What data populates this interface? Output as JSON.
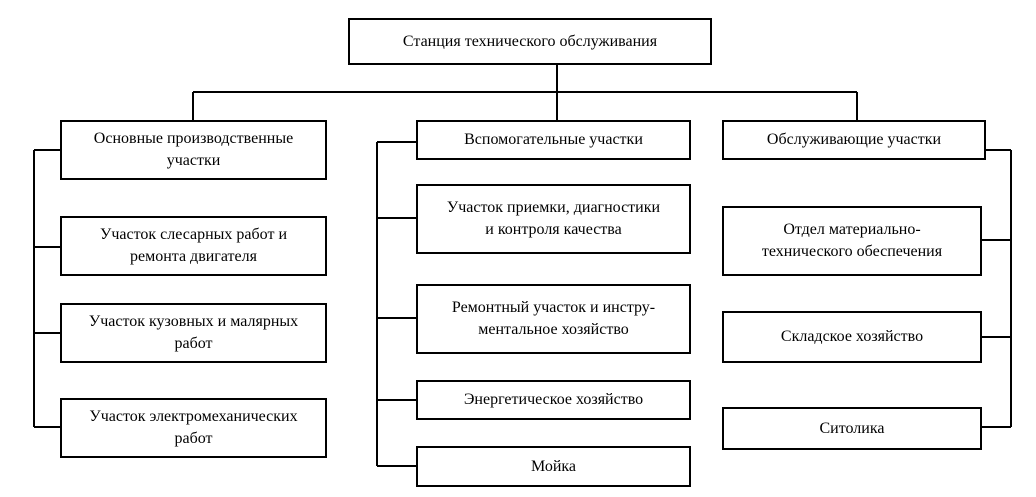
{
  "diagram": {
    "root": {
      "label": "Станция технического обслуживания"
    },
    "columns": [
      {
        "header": "Основные производственные\nучастки",
        "items": [
          "Участок слесарных работ и\nремонта двигателя",
          "Участок кузовных и малярных\nработ",
          "Участок электромеханических\nработ"
        ]
      },
      {
        "header": "Вспомогательные участки",
        "items": [
          "Участок приемки, диагностики\nи контроля качества",
          "Ремонтный участок и инстру-\nментальное хозяйство",
          "Энергетическое хозяйство",
          "Мойка"
        ]
      },
      {
        "header": "Обслуживающие участки",
        "items": [
          "Отдел материально-\nтехнического обеспечения",
          "Складское хозяйство",
          "Ситолика"
        ]
      }
    ]
  }
}
